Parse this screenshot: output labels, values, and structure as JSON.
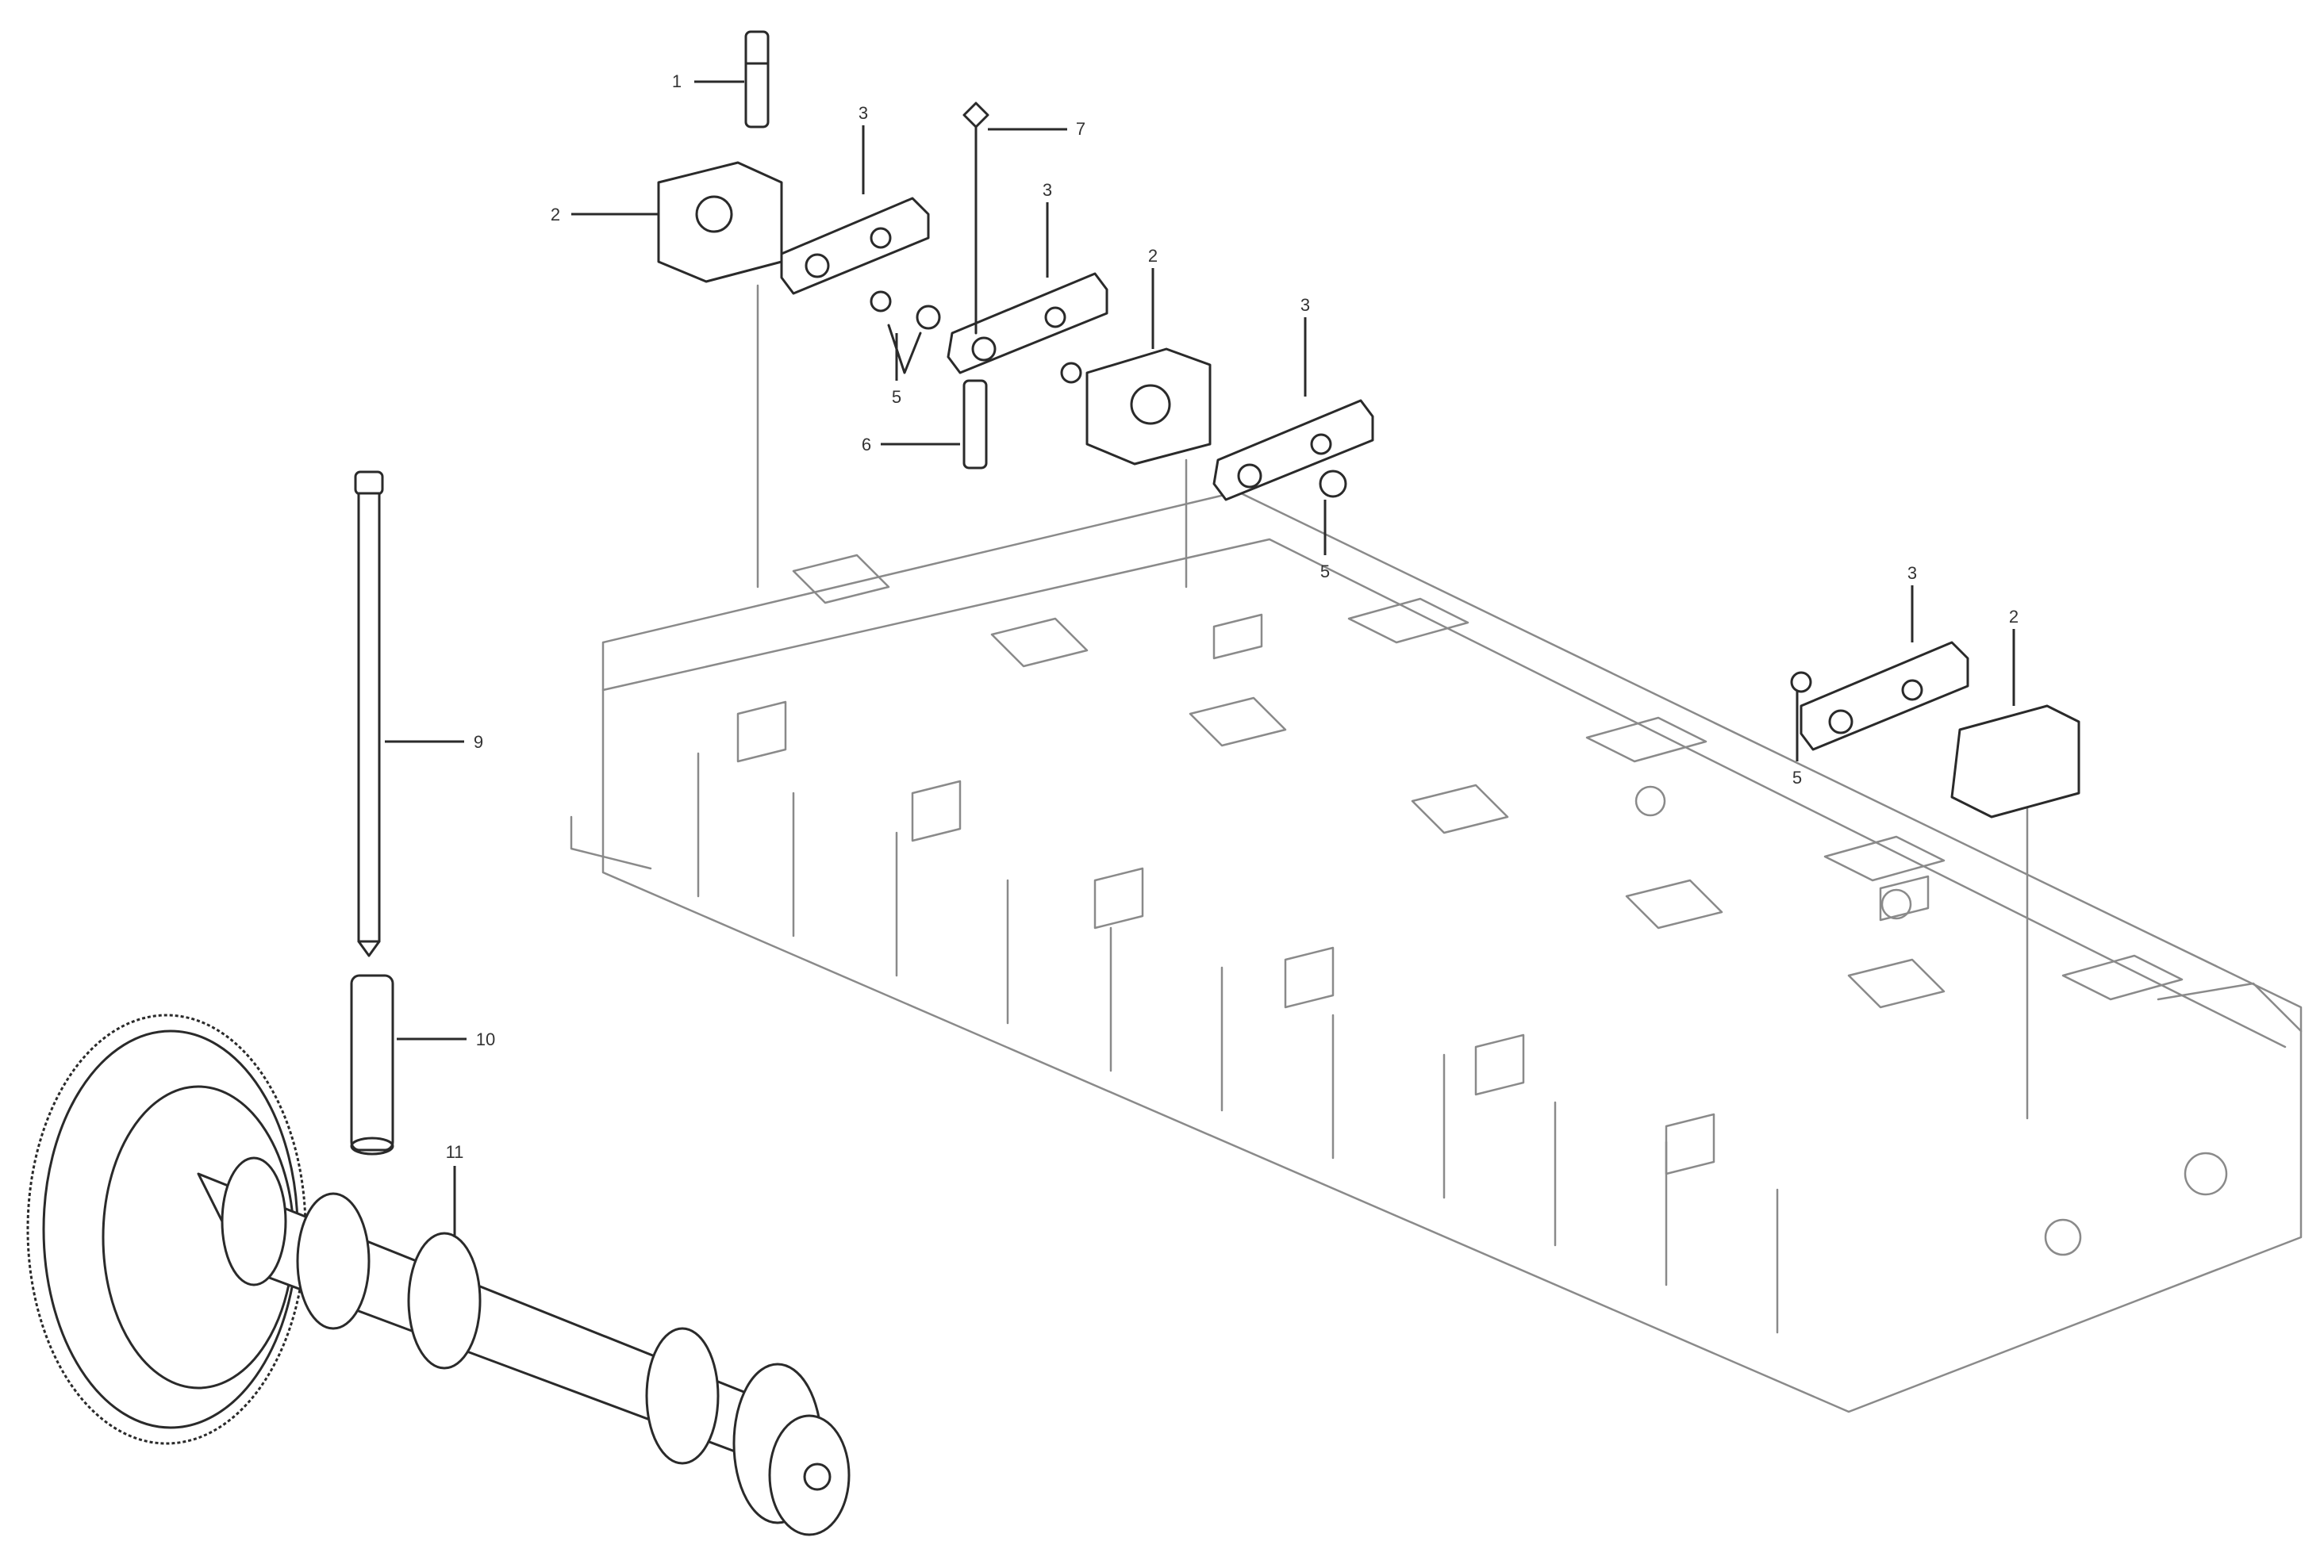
{
  "callouts": [
    {
      "id": "c1a",
      "label": "1"
    },
    {
      "id": "c2a",
      "label": "2"
    },
    {
      "id": "c3a",
      "label": "3"
    },
    {
      "id": "c3b",
      "label": "3"
    },
    {
      "id": "c3c",
      "label": "3"
    },
    {
      "id": "c3d",
      "label": "3"
    },
    {
      "id": "c2b",
      "label": "2"
    },
    {
      "id": "c2c",
      "label": "2"
    },
    {
      "id": "c5a",
      "label": "5"
    },
    {
      "id": "c6a",
      "label": "6"
    },
    {
      "id": "c7a",
      "label": "7"
    },
    {
      "id": "c5b",
      "label": "5"
    },
    {
      "id": "c5c",
      "label": "5"
    },
    {
      "id": "c9",
      "label": "9"
    },
    {
      "id": "c10",
      "label": "10"
    },
    {
      "id": "c11",
      "label": "11"
    }
  ],
  "footer": {
    "line1": "",
    "line2": "",
    "drawing_number": ""
  },
  "colors": {
    "line": "#2a2a2a",
    "ghost": "#8a8a8a",
    "background": "#ffffff"
  }
}
